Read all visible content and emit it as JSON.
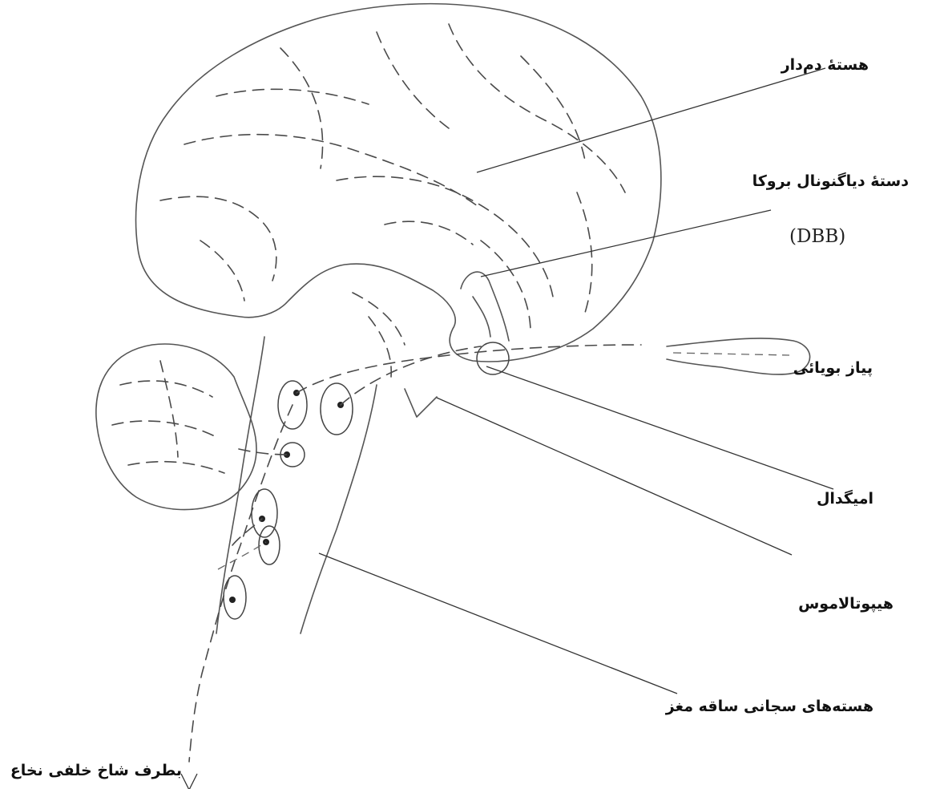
{
  "labels": {
    "caudate_nucleus": "هستهٔ دم‌دار",
    "diagonal_band": "دستهٔ دیاگنونال بروکا",
    "diagonal_band_abbr": "(DBB)",
    "olfactory_bulb": "پیاز بویائی",
    "amygdala": "امیگدال",
    "hypothalamus": "هیپوتالاموس",
    "brainstem_raphe": "هسته‌های سجانی ساقه مغز",
    "spinal_dorsal_horn": "بطرف شاخ خلفی نخاع"
  }
}
